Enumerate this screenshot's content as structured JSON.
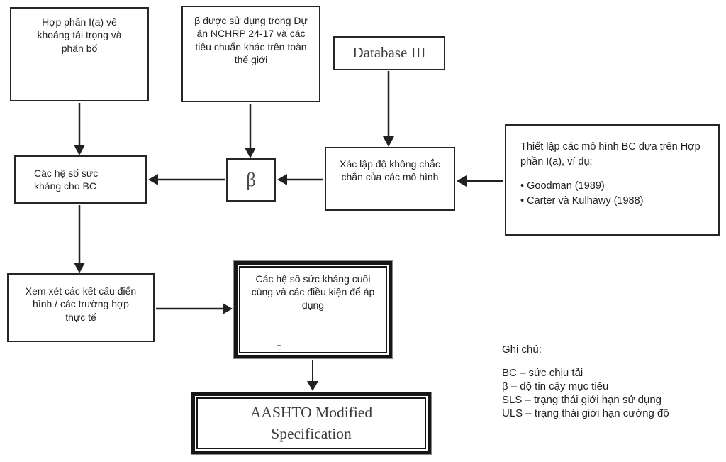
{
  "diagram": {
    "boxes": {
      "hop_phan": "Hợp phần I(a) về khoảng tải trọng và phân bố",
      "beta_nchrp": "β được sử dụng trong Dự án NCHRP 24-17 và các tiêu chuẩn khác trên toàn thế giới",
      "database": "Database III",
      "xac_lap": "Xác lập độ không chắc chắn của các mô hình",
      "thiet_lap_intro": "Thiết lập các mô hình BC dựa trên Hợp phần I(a), ví dụ:",
      "thiet_lap_bullets": [
        "• Goodman (1989)",
        "• Carter và Kulhawy (1988)"
      ],
      "beta_symbol": "β",
      "he_so_khang": "Các hệ số sức kháng cho BC",
      "xem_xet": "Xem xét các kết cấu điển hình / các trường hợp thực tế",
      "final": "Các hệ số sức kháng cuối cùng và các điều kiện để áp dụng",
      "aashto_lines": [
        "AASHTO Modified",
        "Specification"
      ]
    },
    "notes": {
      "title": "Ghi chú:",
      "items": [
        "BC – sức chịu tải",
        "β – độ tin cậy mục tiêu",
        "SLS – trạng thái giới hạn sử dụng",
        "ULS – trạng thái giới hạn cường độ"
      ]
    },
    "colors": {
      "line": "#212121",
      "text": "#1f1f1f",
      "background": "#ffffff"
    }
  }
}
